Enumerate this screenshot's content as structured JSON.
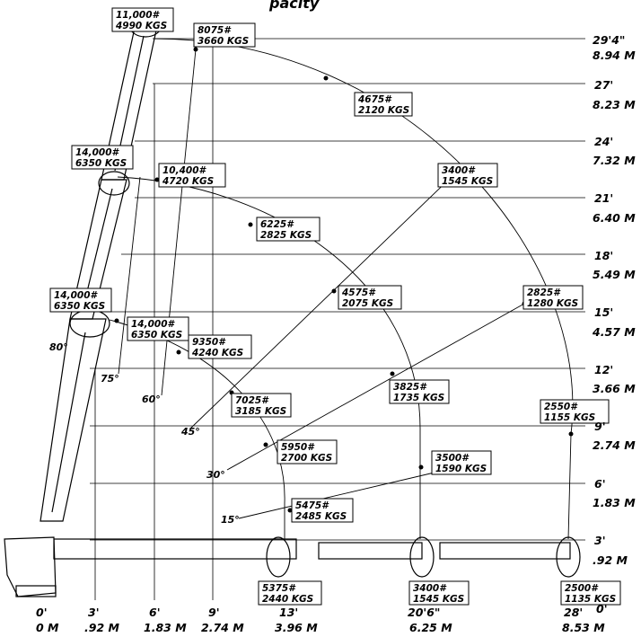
{
  "title_fragment": "pacity",
  "y_labels": [
    {
      "ft": "29'4\"",
      "m": "8.94 M"
    },
    {
      "ft": "27'",
      "m": "8.23 M"
    },
    {
      "ft": "24'",
      "m": "7.32 M"
    },
    {
      "ft": "21'",
      "m": "6.40 M"
    },
    {
      "ft": "18'",
      "m": "5.49 M"
    },
    {
      "ft": "15'",
      "m": "4.57 M"
    },
    {
      "ft": "12'",
      "m": "3.66 M"
    },
    {
      "ft": "9'",
      "m": "2.74 M"
    },
    {
      "ft": "6'",
      "m": "1.83 M"
    },
    {
      "ft": "3'",
      "m": ".92 M"
    },
    {
      "ft": "0'",
      "m": ""
    }
  ],
  "x_labels": [
    {
      "ft": "0'",
      "m": "0 M"
    },
    {
      "ft": "3'",
      "m": ".92 M"
    },
    {
      "ft": "6'",
      "m": "1.83 M"
    },
    {
      "ft": "9'",
      "m": "2.74 M"
    },
    {
      "ft": "13'",
      "m": "3.96 M"
    },
    {
      "ft": "20'6\"",
      "m": "6.25 M"
    },
    {
      "ft": "28'",
      "m": "8.53 M"
    }
  ],
  "angles": [
    "80°",
    "75°",
    "60°",
    "45°",
    "30°",
    "15°"
  ],
  "capacities": [
    {
      "lb": "11,000#",
      "kg": "4990 KGS"
    },
    {
      "lb": "8075#",
      "kg": "3660 KGS"
    },
    {
      "lb": "4675#",
      "kg": "2120 KGS"
    },
    {
      "lb": "14,000#",
      "kg": "6350 KGS"
    },
    {
      "lb": "10,400#",
      "kg": "4720 KGS"
    },
    {
      "lb": "3400#",
      "kg": "1545 KGS"
    },
    {
      "lb": "6225#",
      "kg": "2825 KGS"
    },
    {
      "lb": "14,000#",
      "kg": "6350 KGS"
    },
    {
      "lb": "4575#",
      "kg": "2075 KGS"
    },
    {
      "lb": "2825#",
      "kg": "1280 KGS"
    },
    {
      "lb": "14,000#",
      "kg": "6350 KGS"
    },
    {
      "lb": "9350#",
      "kg": "4240 KGS"
    },
    {
      "lb": "3825#",
      "kg": "1735 KGS"
    },
    {
      "lb": "7025#",
      "kg": "3185 KGS"
    },
    {
      "lb": "2550#",
      "kg": "1155 KGS"
    },
    {
      "lb": "5950#",
      "kg": "2700 KGS"
    },
    {
      "lb": "3500#",
      "kg": "1590 KGS"
    },
    {
      "lb": "5475#",
      "kg": "2485 KGS"
    },
    {
      "lb": "5375#",
      "kg": "2440 KGS"
    },
    {
      "lb": "3400#",
      "kg": "1545 KGS"
    },
    {
      "lb": "2500#",
      "kg": "1135 KGS"
    }
  ]
}
